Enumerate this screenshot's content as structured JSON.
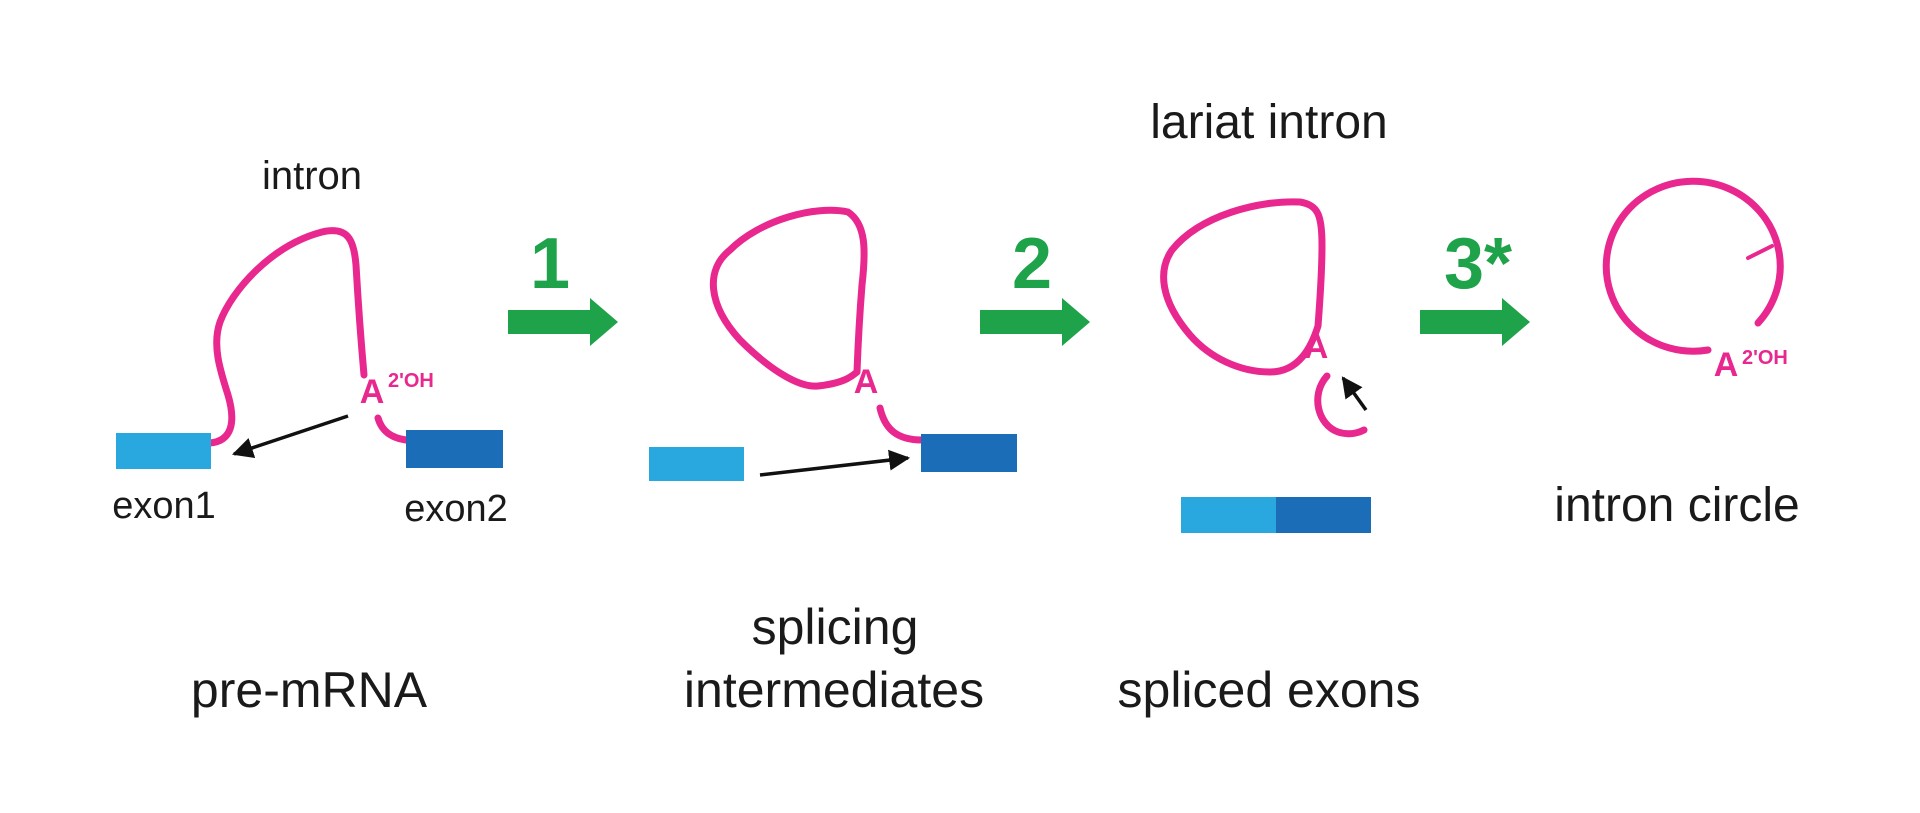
{
  "colors": {
    "intron": "#e8288f",
    "exon1": "#29a8e0",
    "exon2": "#1b6db8",
    "step_arrow": "#1ea24a",
    "attack_arrow": "#111111",
    "text": "#1a1a1a"
  },
  "stages": {
    "pre_mrna": {
      "title": "pre-mRNA",
      "intron_label": "intron",
      "exon1_label": "exon1",
      "exon2_label": "exon2",
      "branch_base": "A",
      "branch_sup": "2'OH"
    },
    "intermediates": {
      "title_line1": "splicing",
      "title_line2": "intermediates",
      "branch_base": "A"
    },
    "products": {
      "lariat_label": "lariat intron",
      "exons_label": "spliced exons",
      "branch_base": "A"
    },
    "circle": {
      "title": "intron circle",
      "branch_base": "A",
      "branch_sup": "2'OH"
    }
  },
  "steps": [
    {
      "label": "1"
    },
    {
      "label": "2"
    },
    {
      "label": "3*"
    }
  ]
}
